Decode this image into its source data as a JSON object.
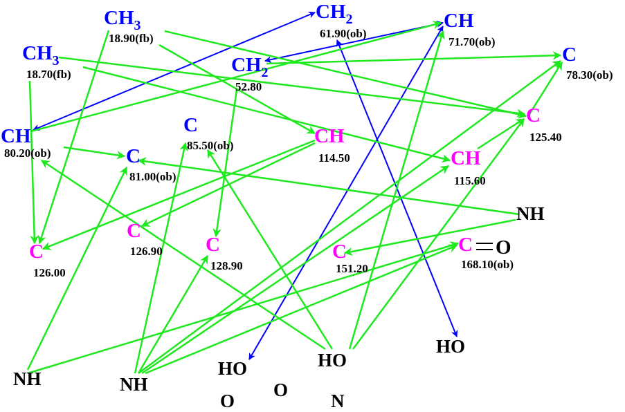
{
  "colors": {
    "protonated": "#0000ff",
    "quaternary_or_aromatic": "#ff00ff",
    "hetero": "#000000",
    "hmbc": "#1ee81e",
    "cosy": "#0000ff"
  },
  "nodes": {
    "ch3_a": {
      "label": "CH",
      "sub": "3",
      "shift": "18.90(fb)"
    },
    "ch3_b": {
      "label": "CH",
      "sub": "3",
      "shift": "18.70(fb)"
    },
    "ch2_a": {
      "label": "CH",
      "sub": "2",
      "shift": "61.90(ob)"
    },
    "ch_a": {
      "label": "CH",
      "shift": "71.70(ob)"
    },
    "ch2_b": {
      "label": "CH",
      "sub": "2",
      "shift": "52.80"
    },
    "c_a": {
      "label": "C",
      "shift": "78.30(ob)"
    },
    "ch_b": {
      "label": "CH",
      "shift": "80.20(ob)"
    },
    "c_b": {
      "label": "C",
      "shift": "85.50(ob)"
    },
    "c_c": {
      "label": "C",
      "shift": "81.00(ob)"
    },
    "ch_c": {
      "label": "CH",
      "shift": "114.50"
    },
    "c_d": {
      "label": "C",
      "shift": "125.40"
    },
    "ch_d": {
      "label": "CH",
      "shift": "115.60"
    },
    "c_e": {
      "label": "C",
      "shift": "126.90"
    },
    "c_f": {
      "label": "C",
      "shift": "126.00"
    },
    "c_g": {
      "label": "C",
      "shift": "128.90"
    },
    "c_h": {
      "label": "C",
      "shift": "151.20"
    },
    "c_o": {
      "label": "C",
      "o": "O",
      "shift": "168.10(ob)"
    },
    "nh_a": {
      "label": "NH"
    },
    "nh_b": {
      "label": "NH"
    },
    "nh_c": {
      "label": "NH"
    },
    "ho_a": {
      "label": "HO"
    },
    "ho_b": {
      "label": "HO"
    },
    "ho_c": {
      "label": "HO"
    },
    "o_a": {
      "label": "O"
    },
    "o_b": {
      "label": "O"
    },
    "n_a": {
      "label": "N"
    }
  }
}
